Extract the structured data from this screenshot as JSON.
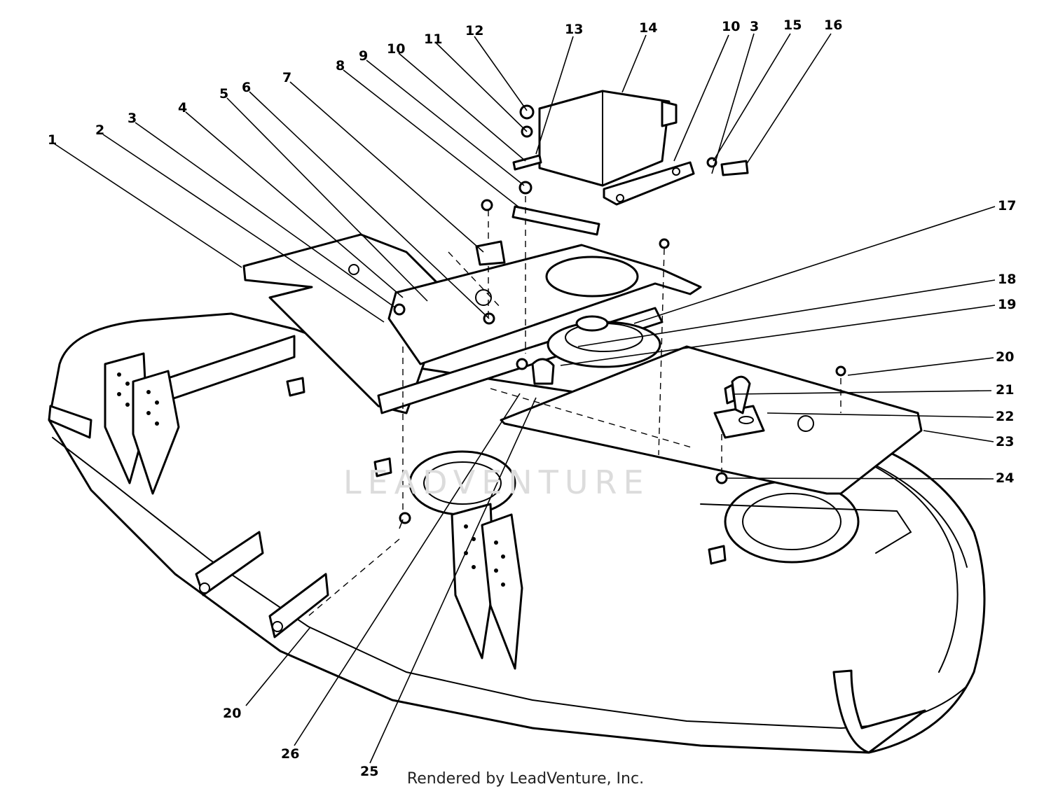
{
  "watermark": "LEADVENTURE",
  "credit": "Rendered by LeadVenture, Inc.",
  "callouts": [
    {
      "id": "c1",
      "label": "1"
    },
    {
      "id": "c2",
      "label": "2"
    },
    {
      "id": "c3a",
      "label": "3"
    },
    {
      "id": "c4",
      "label": "4"
    },
    {
      "id": "c5",
      "label": "5"
    },
    {
      "id": "c6",
      "label": "6"
    },
    {
      "id": "c7",
      "label": "7"
    },
    {
      "id": "c8",
      "label": "8"
    },
    {
      "id": "c9",
      "label": "9"
    },
    {
      "id": "c10a",
      "label": "10"
    },
    {
      "id": "c11",
      "label": "11"
    },
    {
      "id": "c12",
      "label": "12"
    },
    {
      "id": "c13",
      "label": "13"
    },
    {
      "id": "c14",
      "label": "14"
    },
    {
      "id": "c10b",
      "label": "10"
    },
    {
      "id": "c3b",
      "label": "3"
    },
    {
      "id": "c15",
      "label": "15"
    },
    {
      "id": "c16",
      "label": "16"
    },
    {
      "id": "c17",
      "label": "17"
    },
    {
      "id": "c18",
      "label": "18"
    },
    {
      "id": "c19",
      "label": "19"
    },
    {
      "id": "c20a",
      "label": "20"
    },
    {
      "id": "c21",
      "label": "21"
    },
    {
      "id": "c22",
      "label": "22"
    },
    {
      "id": "c23",
      "label": "23"
    },
    {
      "id": "c24",
      "label": "24"
    },
    {
      "id": "c20b",
      "label": "20"
    },
    {
      "id": "c26",
      "label": "26"
    },
    {
      "id": "c25",
      "label": "25"
    }
  ]
}
